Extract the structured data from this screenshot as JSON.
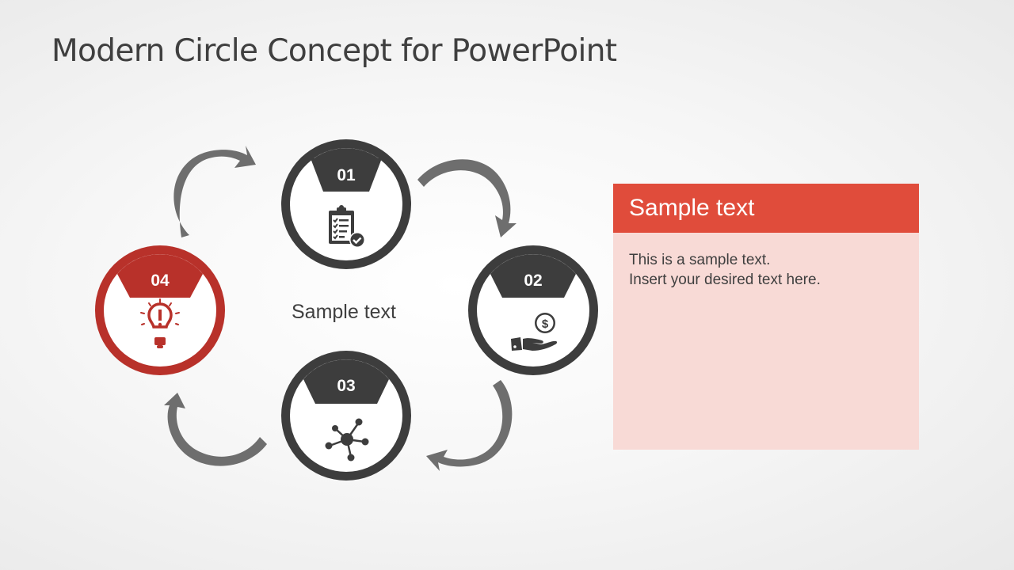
{
  "slide": {
    "title": "Modern Circle Concept for PowerPoint",
    "center_label": "Sample text"
  },
  "colors": {
    "dark_gray": "#3d3d3d",
    "arrow_gray": "#6e6e6e",
    "accent_red": "#b8312a",
    "panel_header": "#e04c3b",
    "panel_body": "#f8dad6",
    "text": "#3f3f3f"
  },
  "steps": [
    {
      "number": "01",
      "icon": "clipboard-checklist-icon",
      "color": "#3d3d3d"
    },
    {
      "number": "02",
      "icon": "hand-coin-dollar-icon",
      "color": "#3d3d3d"
    },
    {
      "number": "03",
      "icon": "network-hub-icon",
      "color": "#3d3d3d"
    },
    {
      "number": "04",
      "icon": "lightbulb-idea-icon",
      "color": "#b8312a"
    }
  ],
  "panel": {
    "title": "Sample text",
    "lines": [
      "This is a sample text.",
      "Insert your desired text here."
    ]
  }
}
